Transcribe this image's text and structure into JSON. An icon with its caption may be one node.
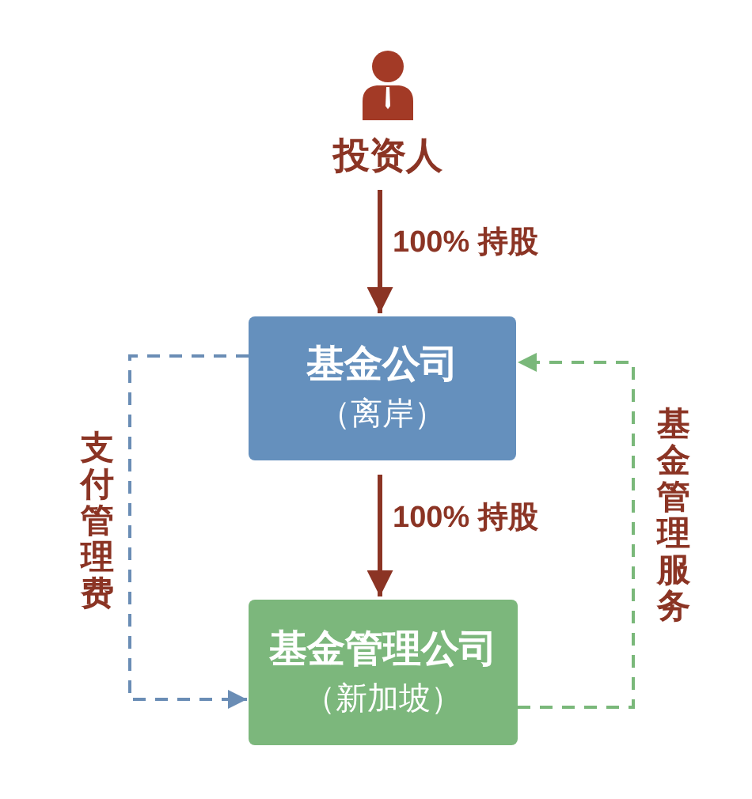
{
  "diagram": {
    "nodes": [
      {
        "text": [
          "投资人"
        ]
      },
      {
        "text": [
          "基金公司",
          "（离岸）"
        ]
      },
      {
        "text": [
          "基金管理公司",
          "（新加坡）"
        ]
      }
    ],
    "edges": [
      {
        "from": 0,
        "to": 1,
        "arrow": "to",
        "label": "100% 持股"
      },
      {
        "from": 1,
        "to": 2,
        "arrow": "to",
        "label": "100% 持股"
      },
      {
        "from": 1,
        "to": 2,
        "arrow": "to",
        "label": "支付管理费",
        "style": "dashed",
        "color": "#6a8db5"
      },
      {
        "from": 2,
        "to": 1,
        "arrow": "to",
        "label": "基金管理服务",
        "style": "dashed",
        "color": "#7ab87a"
      }
    ]
  }
}
